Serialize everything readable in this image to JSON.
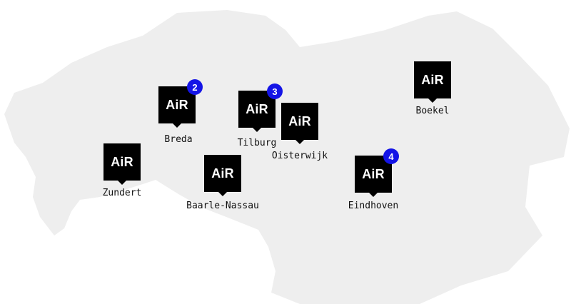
{
  "map": {
    "region_color": "#eeeeee",
    "marker_color": "#000000",
    "badge_color": "#1414e6",
    "logo_text": "AiR",
    "locations": [
      {
        "id": "breda",
        "city": "Breda",
        "count": "2"
      },
      {
        "id": "tilburg",
        "city": "Tilburg",
        "count": "3"
      },
      {
        "id": "oisterwijk",
        "city": "Oisterwijk",
        "count": ""
      },
      {
        "id": "boekel",
        "city": "Boekel",
        "count": ""
      },
      {
        "id": "zundert",
        "city": "Zundert",
        "count": ""
      },
      {
        "id": "baarle-nassau",
        "city": "Baarle-Nassau",
        "count": ""
      },
      {
        "id": "eindhoven",
        "city": "Eindhoven",
        "count": "4"
      }
    ]
  }
}
